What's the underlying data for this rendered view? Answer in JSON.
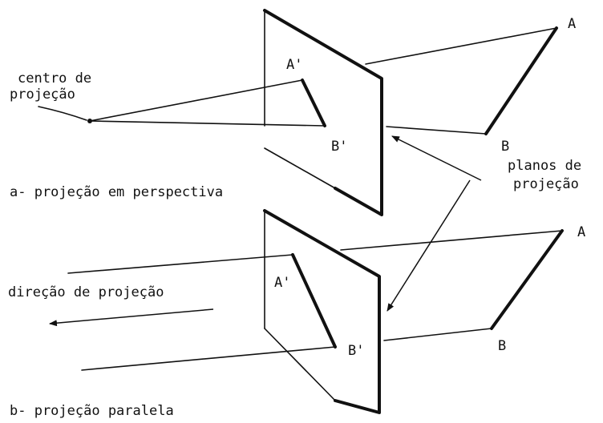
{
  "diagram": {
    "top": {
      "label_center_line1": "centro de",
      "label_center_line2": "projeção",
      "label_A_prime": "A'",
      "label_B_prime": "B'",
      "label_A": "A",
      "label_B": "B",
      "caption": "a- projeção em perspectiva"
    },
    "planes_label_line1": "planos de",
    "planes_label_line2": "projeção",
    "bottom": {
      "label_direction": "direção de projeção",
      "label_A_prime": "A'",
      "label_B_prime": "B'",
      "label_A": "A",
      "label_B": "B",
      "caption": "b- projeção paralela"
    }
  }
}
